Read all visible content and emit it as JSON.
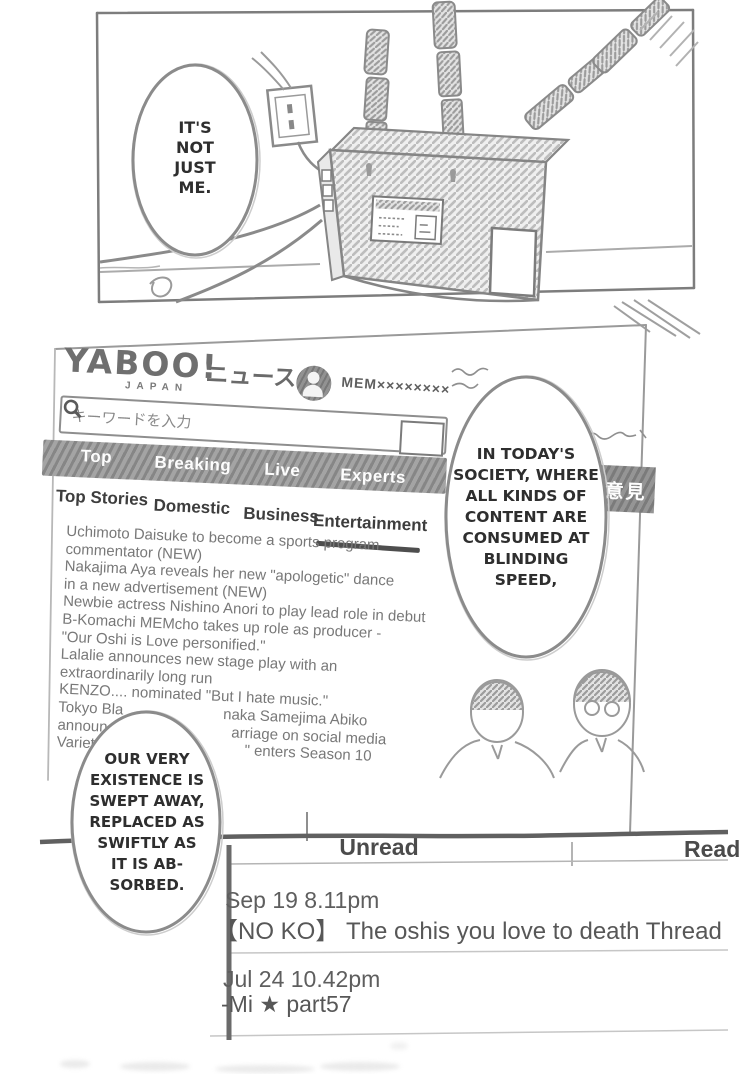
{
  "manga": {
    "bubbles": {
      "b1": [
        "IT'S",
        "NOT",
        "JUST",
        "ME."
      ],
      "b2": [
        "IN TODAY'S",
        "SOCIETY, WHERE",
        "ALL KINDS OF",
        "CONTENT ARE",
        "CONSUMED AT",
        "BLINDING",
        "SPEED,"
      ],
      "b3": [
        "OUR VERY",
        "EXISTENCE IS",
        "SWEPT AWAY,",
        "REPLACED AS",
        "SWIFTLY AS",
        "IT IS AB-",
        "SORBED."
      ]
    }
  },
  "news_site": {
    "logo_main": "YABOO!",
    "logo_sub": "JAPAN",
    "logo_suffix": "ニュース",
    "account_name": "MEM××××××××",
    "search_placeholder": "キーワードを入力",
    "nav_tabs": [
      "Top",
      "Breaking",
      "Live",
      "Experts"
    ],
    "sub_tabs": [
      "Top Stories",
      "Domestic",
      "Business",
      "Entertainment"
    ],
    "active_sub_tab": "Entertainment",
    "sidebar_label": "意見",
    "headline_lines": [
      {
        "text": "Uchimoto Daisuke to become a sports program"
      },
      {
        "text": "commentator (NEW)"
      },
      {
        "text": "Nakajima Aya reveals her new \"apologetic\" dance"
      },
      {
        "text": "in a new advertisement (NEW)"
      },
      {
        "text": "Newbie actress Nishino Anori to play lead role in debut"
      },
      {
        "text": "B-Komachi MEMcho takes up role as producer -"
      },
      {
        "text": "\"Our Oshi is Love personified.\""
      },
      {
        "text": "Lalalie announces new stage play with an"
      },
      {
        "text": "extraordinarily long run"
      },
      {
        "text": "KENZO.... nominated \"But I hate music.\""
      },
      {
        "left": "Tokyo Bla",
        "right": "naka Samejima Abiko"
      },
      {
        "left": "announ",
        "right": "arriage on social media"
      },
      {
        "left": "Variet",
        "right": "\" enters Season 10"
      }
    ]
  },
  "forum": {
    "tab_unread": "Unread",
    "tab_read": "Read",
    "threads": [
      {
        "timestamp": "Sep 19 8.11pm",
        "title": "【NO KO】 The oshis you love to death Thread"
      },
      {
        "timestamp": "Jul 24 10.42pm",
        "title": "-Mi ★ part57"
      }
    ]
  },
  "colors": {
    "ink": "#6b6b6b",
    "body_text": "#787878",
    "dark_text": "#3d3d3d",
    "hatch": "#8a8a8a"
  }
}
